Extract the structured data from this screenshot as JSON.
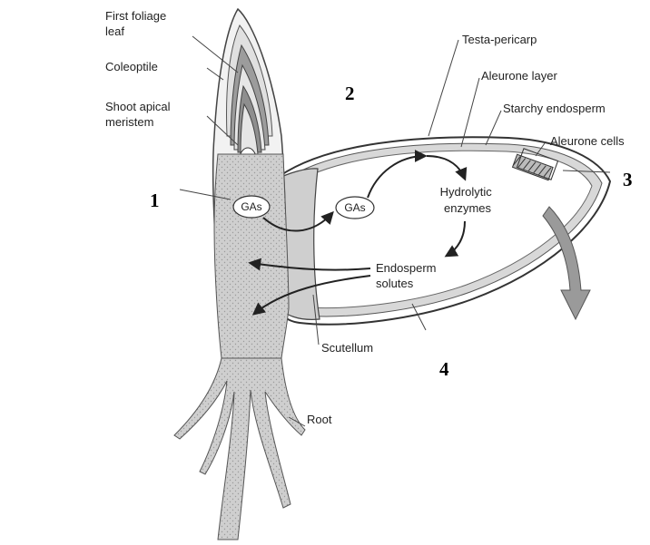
{
  "labels": {
    "first_foliage_leaf": [
      "First foliage",
      "leaf"
    ],
    "coleoptile": "Coleoptile",
    "shoot_apical_meristem": [
      "Shoot apical",
      "meristem"
    ],
    "testa_pericarp": "Testa-pericarp",
    "aleurone_layer": "Aleurone layer",
    "starchy_endosperm": "Starchy endosperm",
    "aleurone_cells": "Aleurone cells",
    "hydrolytic_enzymes": [
      "Hydrolytic",
      "enzymes"
    ],
    "endosperm_solutes": [
      "Endosperm",
      "solutes"
    ],
    "scutellum": "Scutellum",
    "root": "Root",
    "gas_embryo": "GAs",
    "gas_scutellum": "GAs"
  },
  "numbers": {
    "n1": "1",
    "n2": "2",
    "n3": "3",
    "n4": "4"
  },
  "colors": {
    "tissue_gray": "#c9c9c9",
    "dark_gray": "#8f8f8f",
    "outline": "#333333",
    "arrow_fill": "#9a9a9a"
  }
}
